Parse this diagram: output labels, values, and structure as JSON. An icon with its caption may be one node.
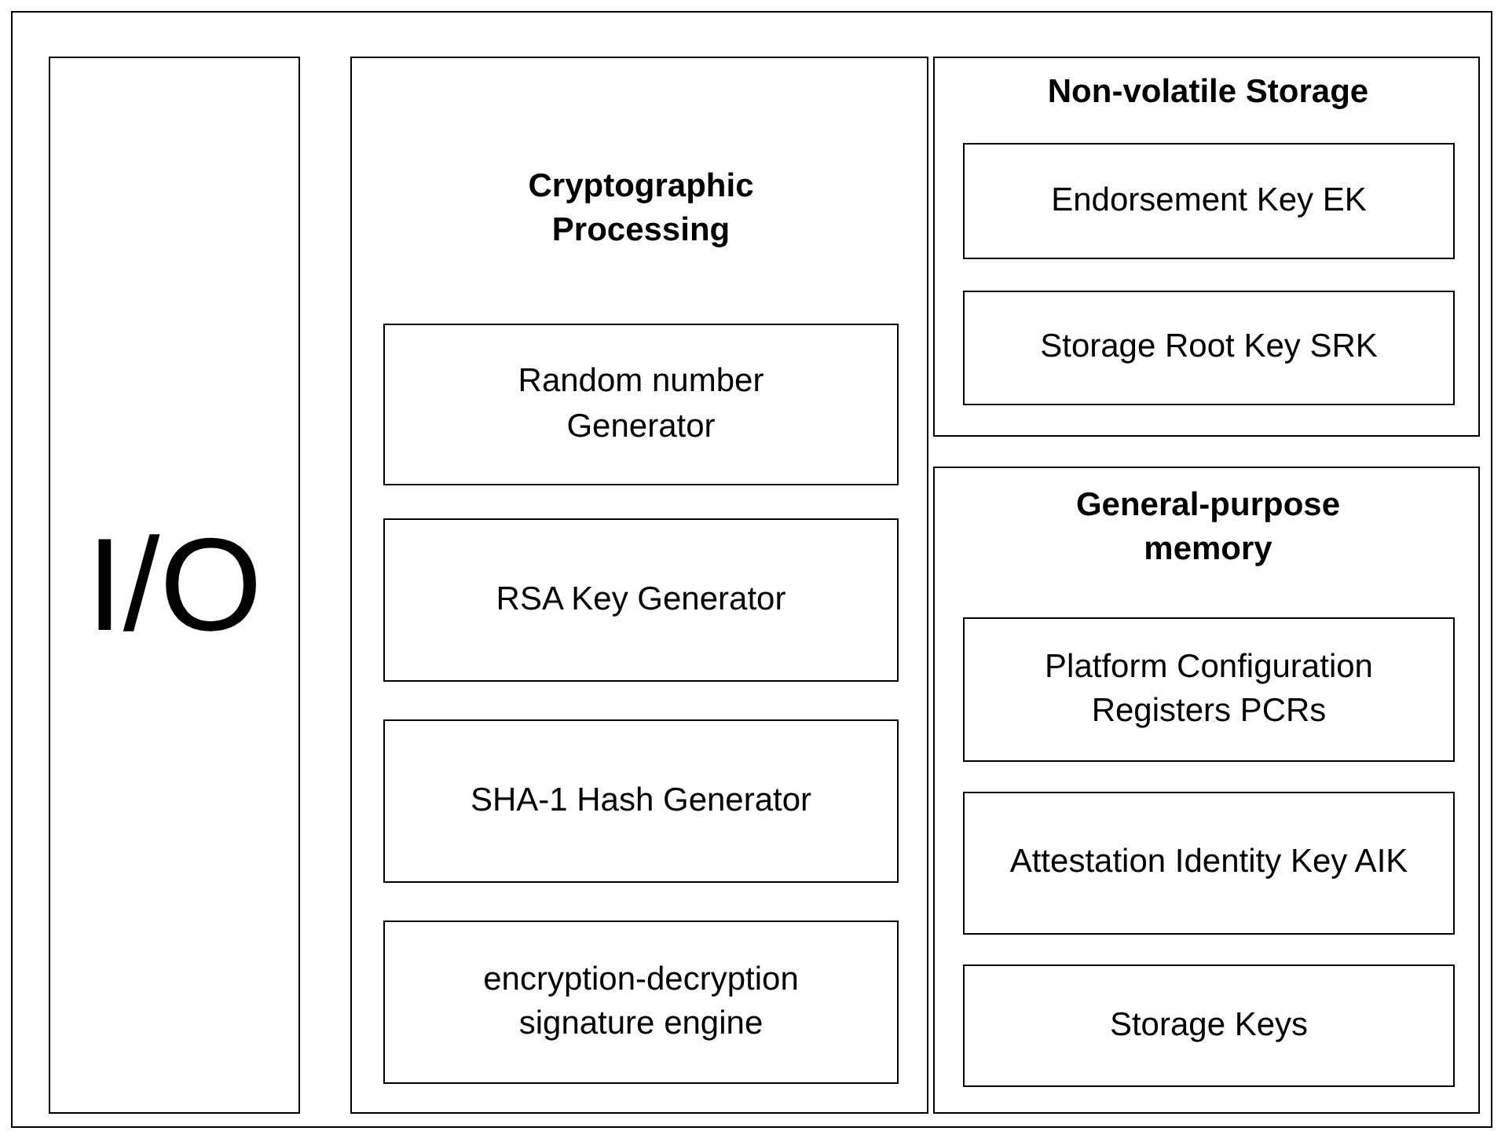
{
  "diagram": {
    "nodes": [
      {
        "text": [],
        "shape": "box"
      },
      {
        "text": [
          "I/O"
        ],
        "in": 0
      },
      {
        "text": [
          "Cryptographic Processing"
        ],
        "in": 0
      },
      {
        "text": [
          "Random number Generator"
        ],
        "in": 2
      },
      {
        "text": [
          "RSA Key Generator"
        ],
        "in": 2
      },
      {
        "text": [
          "SHA-1 Hash Generator"
        ],
        "in": 2
      },
      {
        "text": [
          "encryption-decryption signature engine"
        ],
        "in": 2
      },
      {
        "text": [
          "Non-volatile Storage"
        ],
        "in": 0
      },
      {
        "text": [
          "Endorsement Key EK"
        ],
        "in": 7
      },
      {
        "text": [
          "Storage Root Key SRK"
        ],
        "in": 7
      },
      {
        "text": [
          "General-purpose memory"
        ],
        "in": 0
      },
      {
        "text": [
          "Platform Configuration Registers PCRs"
        ],
        "in": 10
      },
      {
        "text": [
          "Attestation Identity Key AIK"
        ],
        "in": 10
      },
      {
        "text": [
          "Storage Keys"
        ],
        "in": 10
      }
    ],
    "edges": []
  }
}
